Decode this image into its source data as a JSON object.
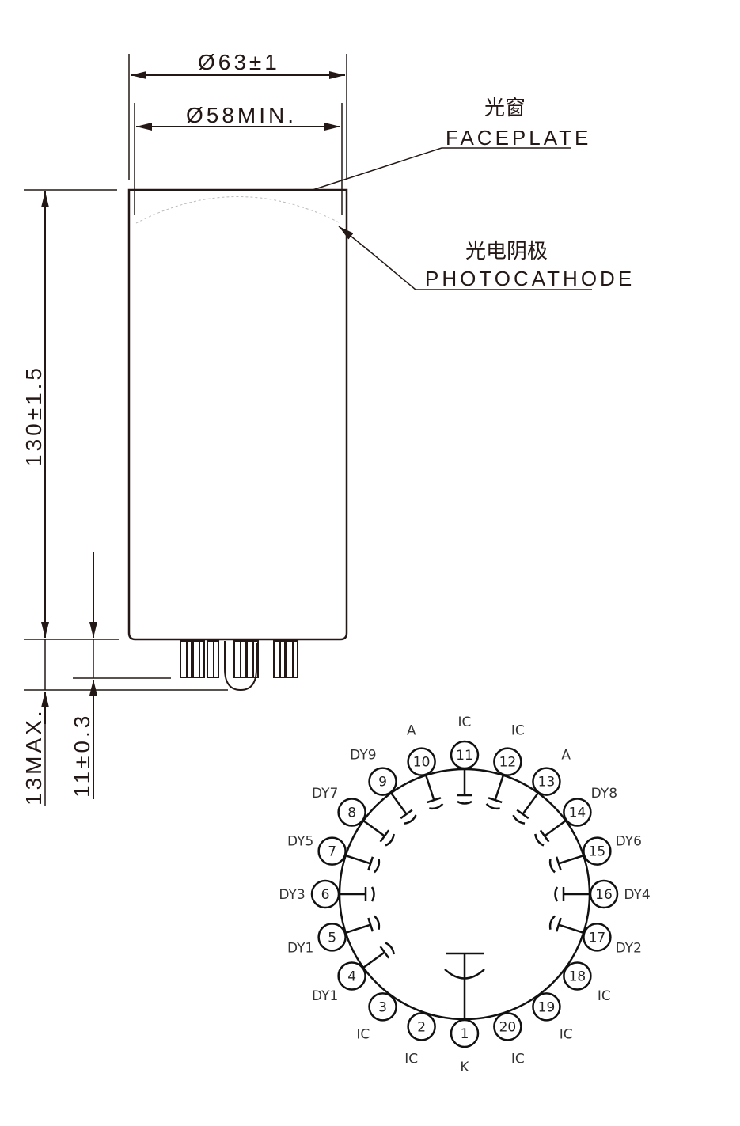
{
  "dimensions": {
    "outer_diameter": "Ø63±1",
    "inner_diameter": "Ø58MIN.",
    "length": "130±1.5",
    "base_max": "13MAX.",
    "pin_length": "11±0.3"
  },
  "callouts": {
    "faceplate_cn": "光窗",
    "faceplate_en": "FACEPLATE",
    "photocathode_cn": "光电阴极",
    "photocathode_en": "PHOTOCATHODE"
  },
  "pins": [
    {
      "num": "1",
      "label": "K"
    },
    {
      "num": "2",
      "label": "IC"
    },
    {
      "num": "3",
      "label": "IC"
    },
    {
      "num": "4",
      "label": "DY1"
    },
    {
      "num": "5",
      "label": "DY1"
    },
    {
      "num": "6",
      "label": "DY3"
    },
    {
      "num": "7",
      "label": "DY5"
    },
    {
      "num": "8",
      "label": "DY7"
    },
    {
      "num": "9",
      "label": "DY9"
    },
    {
      "num": "10",
      "label": "A"
    },
    {
      "num": "11",
      "label": "IC"
    },
    {
      "num": "12",
      "label": "IC"
    },
    {
      "num": "13",
      "label": "A"
    },
    {
      "num": "14",
      "label": "DY8"
    },
    {
      "num": "15",
      "label": "DY6"
    },
    {
      "num": "16",
      "label": "DY4"
    },
    {
      "num": "17",
      "label": "DY2"
    },
    {
      "num": "18",
      "label": "IC"
    },
    {
      "num": "19",
      "label": "IC"
    },
    {
      "num": "20",
      "label": "IC"
    }
  ],
  "colors": {
    "line": "#231815"
  }
}
